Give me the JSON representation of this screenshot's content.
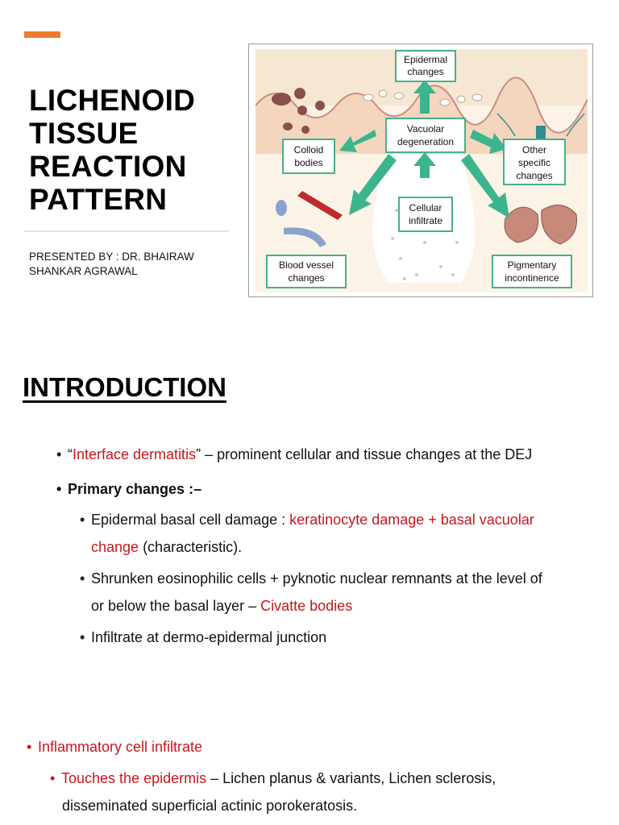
{
  "slide1": {
    "title_lines": [
      "LICHENOID",
      "TISSUE",
      "REACTION",
      "PATTERN"
    ],
    "presenter_lines": [
      "PRESENTED BY : DR. BHAIRAW",
      "SHANKAR AGRAWAL"
    ],
    "accent_color": "#ee7a2e",
    "figure": {
      "labels": {
        "epidermal": [
          "Epidermal",
          "changes"
        ],
        "vacuolar": [
          "Vacuolar",
          "degeneration"
        ],
        "colloid": [
          "Colloid",
          "bodies"
        ],
        "other": [
          "Other",
          "specific",
          "changes"
        ],
        "cellular": [
          "Cellular",
          "infiltrate"
        ],
        "blood": [
          "Blood vessel",
          "changes"
        ],
        "pigmentary": [
          "Pigmentary",
          "incontinence"
        ]
      }
    }
  },
  "slide2": {
    "heading": "INTRODUCTION",
    "b1": {
      "q_open": "“",
      "red": "Interface dermatitis",
      "rest": "” – prominent cellular and tissue changes at the DEJ"
    },
    "b2": "Primary changes :–",
    "s1": {
      "pre": "Epidermal basal cell damage : ",
      "red1": "keratinocyte damage + basal vacuolar",
      "red2": "change",
      "post": " (characteristic)."
    },
    "s2": {
      "l1": "Shrunken eosinophilic cells + pyknotic nuclear remnants at the level of",
      "l2pre": "or below the basal layer – ",
      "l2red": "Civatte bodies"
    },
    "s3": "Infiltrate at dermo-epidermal junction"
  },
  "slide3": {
    "b1": "Inflammatory cell infiltrate",
    "s1": {
      "red": "Touches the epidermis",
      "rest": " – Lichen planus & variants, Lichen sclerosis,",
      "l2": "disseminated superficial actinic porokeratosis."
    }
  },
  "colors": {
    "red_text": "#c9161b",
    "arrow_green": "#3bb58e",
    "label_border": "#46b08a",
    "skin": "#f3d6bd"
  }
}
